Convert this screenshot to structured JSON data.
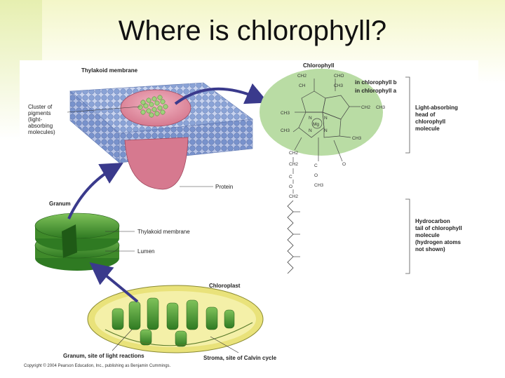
{
  "title": "Where is chlorophyll?",
  "labels": {
    "thylakoid_membrane_top": "Thylakoid membrane",
    "cluster": [
      "Cluster of",
      "pigments",
      "(light-",
      "absorbing",
      "molecules)"
    ],
    "protein": "Protein",
    "granum": "Granum",
    "thylakoid_membrane": "Thylakoid membrane",
    "lumen": "Lumen",
    "chloroplast": "Chloroplast",
    "granum_site": "Granum, site of light reactions",
    "stroma_site": "Stroma, site of Calvin cycle",
    "chlorophyll": "Chlorophyll",
    "in_chl_b": "in chlorophyll b",
    "in_chl_a": "in chlorophyll a",
    "head": [
      "Light-absorbing",
      "head of",
      "chlorophyll",
      "molecule"
    ],
    "tail": [
      "Hydrocarbon",
      "tail of chlorophyll",
      "molecule",
      "(hydrogen atoms",
      "not shown)"
    ]
  },
  "chem": {
    "cho": "CHO",
    "ch3": "CH3",
    "ch2": "CH2",
    "ch": "CH",
    "mg": "Mg",
    "n": "N",
    "h": "H",
    "c": "C",
    "o": "O"
  },
  "colors": {
    "leaf_green": "#3f8a2a",
    "head_green": "#b9dca4",
    "membrane_blue": "#8aa3d6",
    "protein_pink": "#d6798f",
    "arrow_navy": "#3a3a8c"
  },
  "copyright": "Copyright © 2004 Pearson Education, Inc., publishing as Benjamin Cummings."
}
